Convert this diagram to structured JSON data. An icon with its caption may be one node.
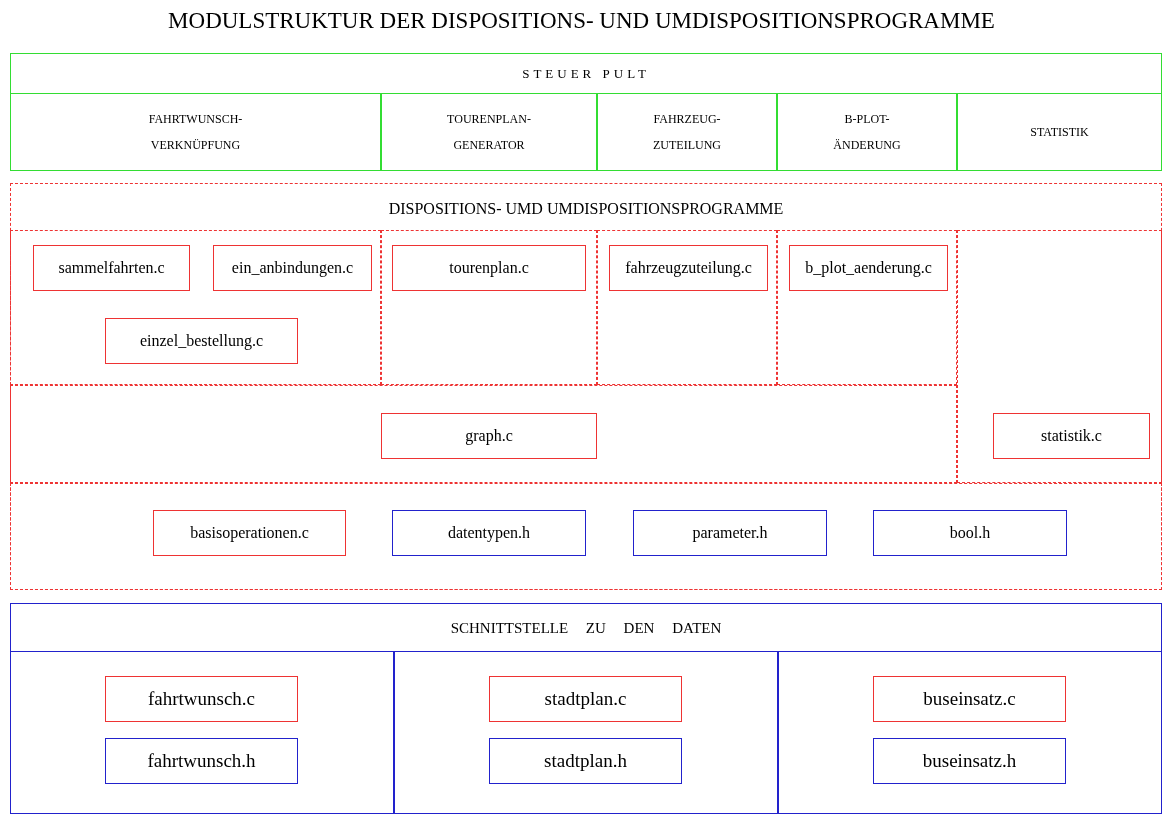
{
  "diagram": {
    "title": "MODULSTRUKTUR DER DISPOSITIONS- UND UMDISPOSITIONSPROGRAMME",
    "nodes": [
      {
        "text": [
          "STEUER PULT"
        ]
      },
      {
        "text": [
          "FAHRTWUNSCH- VERKNÜPFUNG"
        ],
        "in": 0
      },
      {
        "text": [
          "TOURENPLAN- GENERATOR"
        ],
        "in": 0
      },
      {
        "text": [
          "FAHRZEUG- ZUTEILUNG"
        ],
        "in": 0
      },
      {
        "text": [
          "B-PLOT- ÄNDERUNG"
        ],
        "in": 0
      },
      {
        "text": [
          "STATISTIK"
        ],
        "in": 0
      },
      {
        "text": [
          "DISPOSITIONS- UMD UMDISPOSITIONSPROGRAMME"
        ]
      },
      {
        "text": [],
        "shape": "box",
        "in": 6
      },
      {
        "text": [
          "sammelfahrten.c"
        ],
        "in": 7
      },
      {
        "text": [
          "ein_anbindungen.c"
        ],
        "in": 7
      },
      {
        "text": [
          "einzel_bestellung.c"
        ],
        "in": 7
      },
      {
        "text": [],
        "shape": "box",
        "in": 6
      },
      {
        "text": [
          "tourenplan.c"
        ],
        "in": 11
      },
      {
        "text": [],
        "shape": "box",
        "in": 6
      },
      {
        "text": [
          "fahrzeugzuteilung.c"
        ],
        "in": 13
      },
      {
        "text": [],
        "shape": "box",
        "in": 6
      },
      {
        "text": [
          "b_plot_aenderung.c"
        ],
        "in": 15
      },
      {
        "text": [],
        "shape": "box",
        "in": 6
      },
      {
        "text": [
          "statistik.c"
        ],
        "in": 17
      },
      {
        "text": [],
        "shape": "box",
        "in": 6
      },
      {
        "text": [
          "graph.c"
        ],
        "in": 19
      },
      {
        "text": [],
        "shape": "box",
        "in": 6
      },
      {
        "text": [
          "basisoperationen.c"
        ],
        "in": 21
      },
      {
        "text": [
          "datentypen.h"
        ],
        "in": 21
      },
      {
        "text": [
          "parameter.h"
        ],
        "in": 21
      },
      {
        "text": [
          "bool.h"
        ],
        "in": 21
      },
      {
        "text": [
          "SCHNITTSTELLE ZU DEN DATEN"
        ]
      },
      {
        "text": [],
        "shape": "box",
        "in": 26
      },
      {
        "text": [
          "fahrtwunsch.c"
        ],
        "in": 27
      },
      {
        "text": [
          "fahrtwunsch.h"
        ],
        "in": 27
      },
      {
        "text": [],
        "shape": "box",
        "in": 26
      },
      {
        "text": [
          "stadtplan.c"
        ],
        "in": 30
      },
      {
        "text": [
          "stadtplan.h"
        ],
        "in": 30
      },
      {
        "text": [],
        "shape": "box",
        "in": 26
      },
      {
        "text": [
          "buseinsatz.c"
        ],
        "in": 33
      },
      {
        "text": [
          "buseinsatz.h"
        ],
        "in": 33
      }
    ],
    "edges": []
  }
}
